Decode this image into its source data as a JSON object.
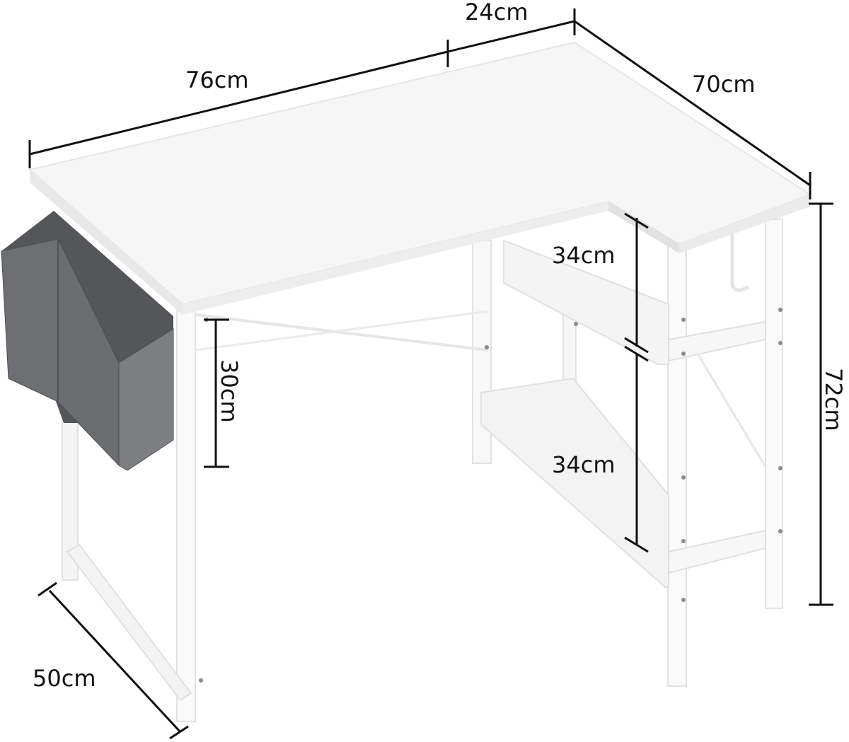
{
  "diagram": {
    "subject": "L-shaped white desk with storage bag and side shelves",
    "colors": {
      "desktop": "#f6f6f6",
      "desktop_edge": "#e4e4e4",
      "frame": "#fafafa",
      "frame_shade": "#dcdcdc",
      "bag": "#6e6f72",
      "bag_inner": "#55565a",
      "bag_side": "#7d7e82",
      "dimension_line": "#111111"
    },
    "dimensions": {
      "top_width": "76cm",
      "return_width": "24cm",
      "return_depth": "70cm",
      "total_height": "72cm",
      "shelf_upper_height": "34cm",
      "shelf_lower_height": "34cm",
      "bag_height": "30cm",
      "desk_depth": "50cm"
    }
  }
}
